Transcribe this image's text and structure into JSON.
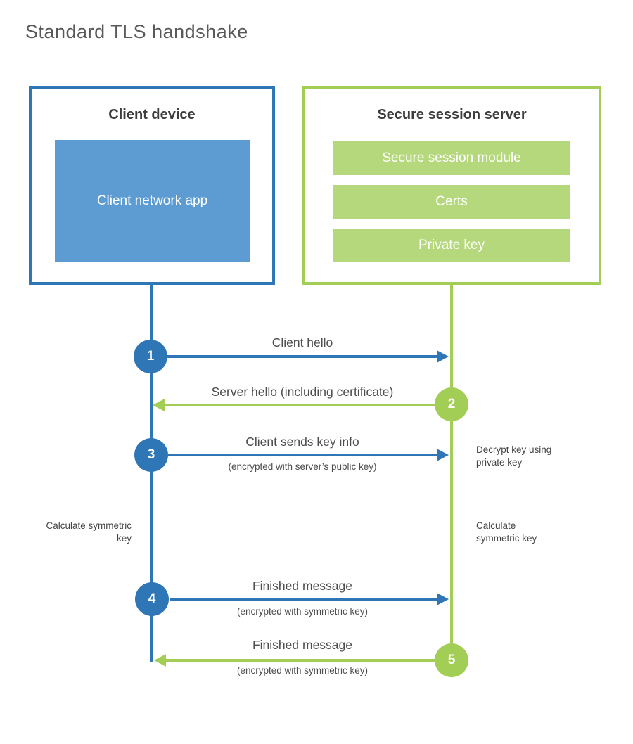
{
  "title": "Standard TLS handshake",
  "client_box": {
    "title": "Client device",
    "app_label": "Client network app"
  },
  "server_box": {
    "title": "Secure session server",
    "modules": [
      "Secure session module",
      "Certs",
      "Private key"
    ]
  },
  "steps": [
    {
      "num": "1",
      "label": "Client hello",
      "sublabel": ""
    },
    {
      "num": "2",
      "label": "Server hello (including certificate)",
      "sublabel": ""
    },
    {
      "num": "3",
      "label": "Client sends key info",
      "sublabel": "(encrypted with server’s public key)"
    },
    {
      "num": "4",
      "label": "Finished message",
      "sublabel": "(encrypted with symmetric key)"
    },
    {
      "num": "5",
      "label": "Finished message",
      "sublabel": "(encrypted with symmetric key)"
    }
  ],
  "annotations": {
    "decrypt_note": "Decrypt key using private key",
    "calculate_left": "Calculate symmetric key",
    "calculate_right": "Calculate symmetric key"
  },
  "colors": {
    "blue": "#2e76b5",
    "blue_fill": "#5d9cd3",
    "green": "#a3ce55",
    "green_fill": "#b5d87c"
  }
}
